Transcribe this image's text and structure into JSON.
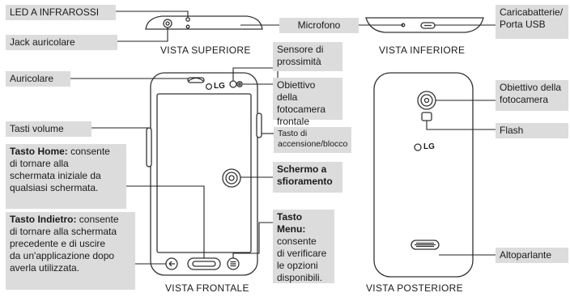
{
  "views": {
    "top": "VISTA SUPERIORE",
    "bottom": "VISTA INFERIORE",
    "front": "VISTA FRONTALE",
    "back": "VISTA POSTERIORE"
  },
  "logo_text": "LG",
  "labels": {
    "infrared_led": "LED A INFRAROSSI",
    "headphone_jack": "Jack auricolare",
    "microphone": "Microfono",
    "charger_usb_l1": "Caricabatterie/",
    "charger_usb_l2": "Porta USB",
    "earpiece": "Auricolare",
    "proximity_l1": "Sensore di",
    "proximity_l2": "prossimità",
    "front_camera_l1": "Obiettivo della",
    "front_camera_l2": "fotocamera",
    "front_camera_l3": "frontale",
    "volume_keys": "Tasti volume",
    "power_key_l1": "Tasto di",
    "power_key_l2": "accensione/blocco",
    "home_key_title": "Tasto Home:",
    "home_key_l1": " consente",
    "home_key_l2": "di tornare alla",
    "home_key_l3": "schermata iniziale da",
    "home_key_l4": "qualsiasi schermata.",
    "touchscreen_l1": "Schermo a",
    "touchscreen_l2": "sfioramento",
    "back_key_title": "Tasto Indietro:",
    "back_key_l1": " consente",
    "back_key_l2": "di tornare alla schermata",
    "back_key_l3": "precedente e di uscire",
    "back_key_l4": "da un'applicazione dopo",
    "back_key_l5": "averla utilizzata.",
    "menu_key_title": "Tasto Menu:",
    "menu_key_l1": "consente",
    "menu_key_l2": "di verificare",
    "menu_key_l3": "le opzioni",
    "menu_key_l4": "disponibili.",
    "rear_camera_l1": "Obiettivo della",
    "rear_camera_l2": "fotocamera",
    "flash": "Flash",
    "speaker": "Altoparlante"
  }
}
